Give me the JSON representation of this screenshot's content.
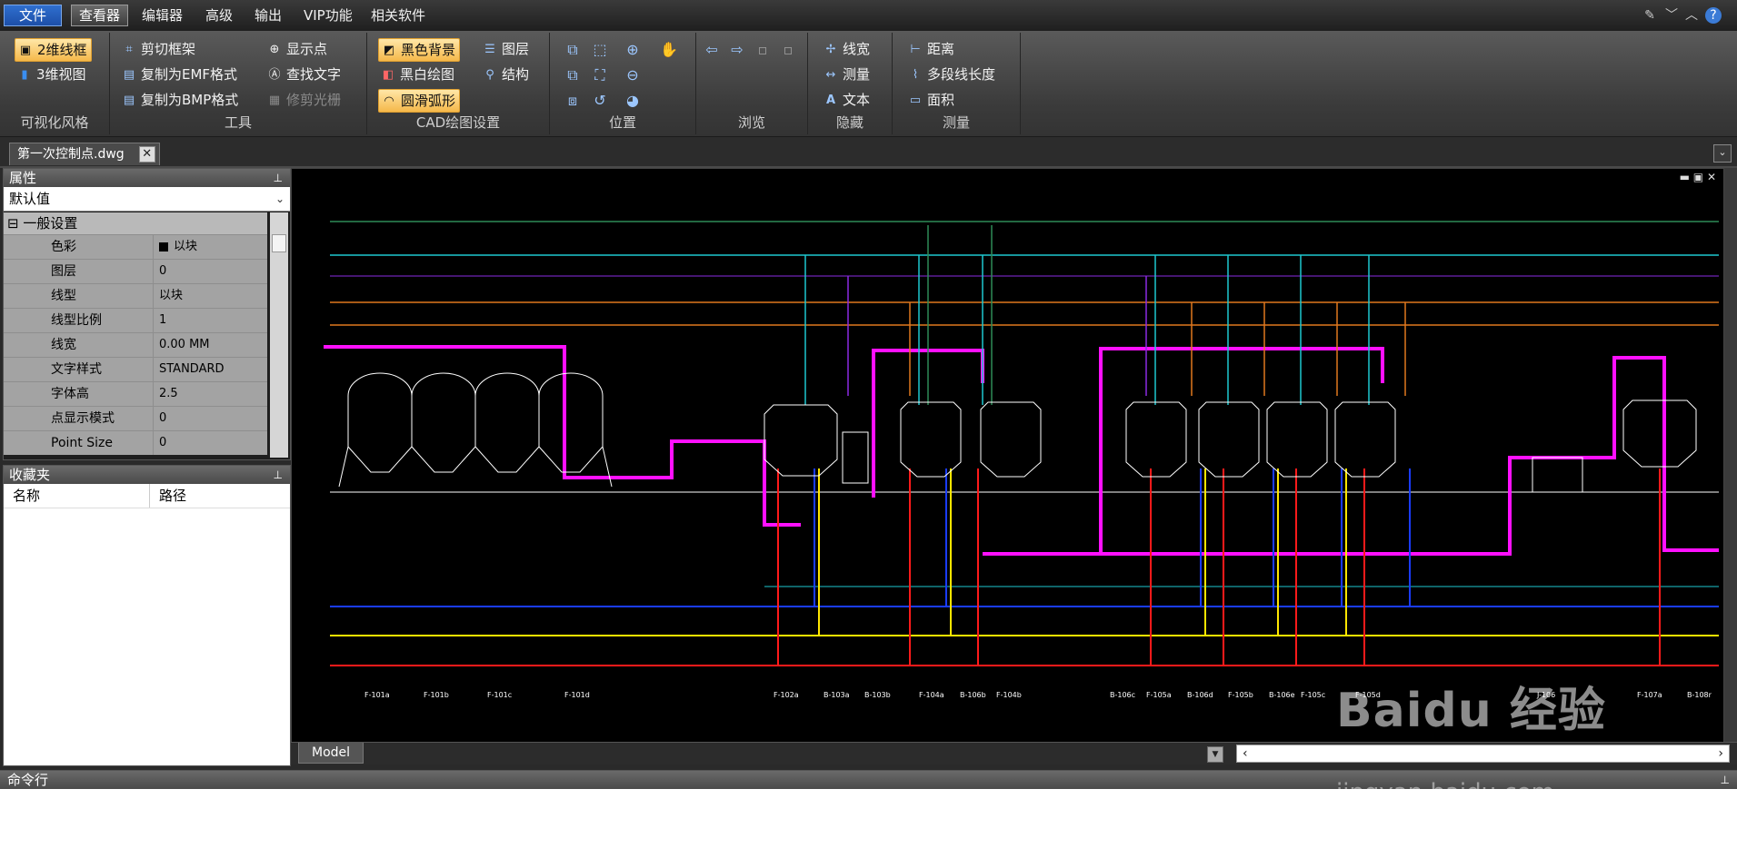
{
  "menu": {
    "file": "文件",
    "viewer": "查看器",
    "editor": "编辑器",
    "advanced": "高级",
    "output": "输出",
    "vip": "VIP功能",
    "related": "相关软件"
  },
  "ribbon": {
    "visual_style": {
      "label": "可视化风格",
      "btn_2d": "2维线框",
      "btn_3d": "3维视图"
    },
    "tools": {
      "label": "工具",
      "clip_frame": "剪切框架",
      "copy_emf": "复制为EMF格式",
      "copy_bmp": "复制为BMP格式",
      "show_points": "显示点",
      "find_text": "查找文字",
      "trim_raster": "修剪光栅"
    },
    "cad_settings": {
      "label": "CAD绘图设置",
      "black_bg": "黑色背景",
      "bw_draw": "黑白绘图",
      "smooth_arc": "圆滑弧形",
      "layers": "图层",
      "structure": "结构"
    },
    "position": {
      "label": "位置"
    },
    "browse": {
      "label": "浏览"
    },
    "hide": {
      "label": "隐藏",
      "line_width": "线宽",
      "measure": "测量",
      "text": "文本"
    },
    "measure": {
      "label": "测量",
      "distance": "距离",
      "polyline_length": "多段线长度",
      "area": "面积"
    }
  },
  "document": {
    "tab": "第一次控制点.dwg"
  },
  "properties": {
    "title": "属性",
    "selector": "默认值",
    "category": "一般设置",
    "rows": [
      {
        "name": "色彩",
        "value": "以块"
      },
      {
        "name": "图层",
        "value": "0"
      },
      {
        "name": "线型",
        "value": "以块"
      },
      {
        "name": "线型比例",
        "value": "1"
      },
      {
        "name": "线宽",
        "value": "0.00 MM"
      },
      {
        "name": "文字样式",
        "value": "STANDARD"
      },
      {
        "name": "字体高",
        "value": "2.5"
      },
      {
        "name": "点显示模式",
        "value": "0"
      },
      {
        "name": "Point Size",
        "value": "0"
      }
    ]
  },
  "favorites": {
    "title": "收藏夹",
    "col_name": "名称",
    "col_path": "路径"
  },
  "canvas": {
    "model_tab": "Model"
  },
  "command": {
    "title": "命令行"
  },
  "watermark": {
    "brand": "Baidu 经验",
    "url": "jingyan.baidu.com"
  }
}
